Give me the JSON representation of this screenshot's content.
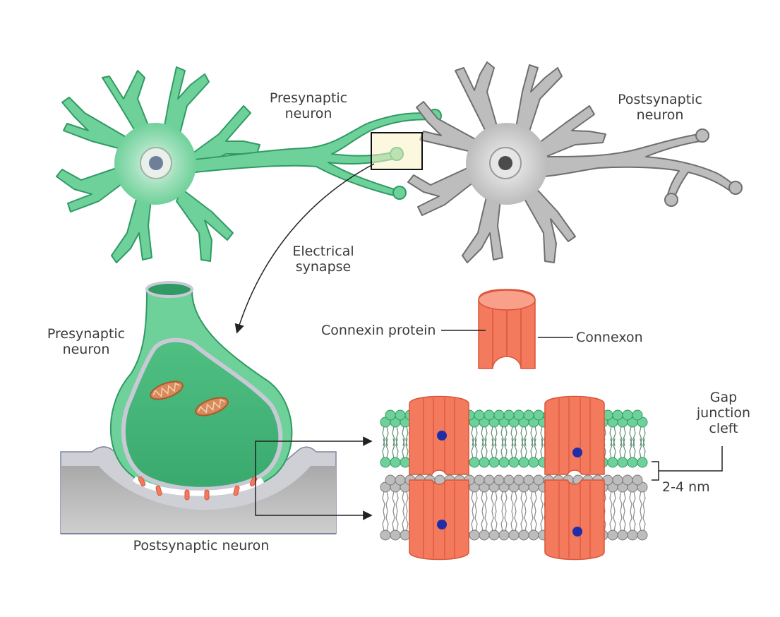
{
  "labels": {
    "presynaptic_neuron_top": [
      "Presynaptic",
      "neuron"
    ],
    "postsynaptic_neuron_top": [
      "Postsynaptic",
      "neuron"
    ],
    "electrical_synapse": [
      "Electrical",
      "synapse"
    ],
    "presynaptic_neuron_side": [
      "Presynaptic",
      "neuron"
    ],
    "postsynaptic_neuron_bottom": "Postsynaptic neuron",
    "connexin_protein": "Connexin protein",
    "connexon": "Connexon",
    "gap_junction_cleft": [
      "Gap",
      "junction",
      "cleft"
    ],
    "gap_distance": "2-4 nm"
  },
  "colors": {
    "presynaptic_green": "#6fd19a",
    "presynaptic_dark_green": "#2f9a64",
    "postsynaptic_gray": "#bdbdbd",
    "postsynaptic_dark_gray": "#7a7a7a",
    "connexon_red": "#f47a5e",
    "connexon_dark_red": "#d9543a",
    "ion_dot_blue": "#1f2ea8",
    "mitochondria_orange": "#d98a5a",
    "highlight_box_yellow": "#f7f2c4"
  }
}
